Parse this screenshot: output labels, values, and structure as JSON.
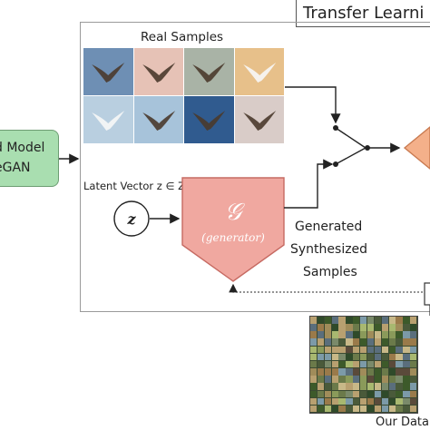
{
  "title": "Transfer Learni",
  "pretrained_model": {
    "line1": "d Model",
    "line2": "eGAN"
  },
  "real_samples": {
    "label": "Real Samples"
  },
  "latent": {
    "label": "Latent Vector z ∈ Z",
    "symbol": "z"
  },
  "generator": {
    "symbol": "𝒢",
    "name": "(generator)"
  },
  "generated": {
    "line1": "Generated",
    "line2": "Synthesized",
    "line3": "Samples"
  },
  "dataset": {
    "label": "Our Data"
  },
  "colors": {
    "pretrained_fill": "#a9deb0",
    "generator_fill": "#f0a8a0",
    "generator_stroke": "#c66a62",
    "discriminator_fill": "#f4b08a",
    "frame": "#9a9a9a"
  },
  "photos": [
    {
      "name": "bird-photo-1",
      "bg": "#6e8fb4"
    },
    {
      "name": "bird-photo-2",
      "bg": "#e6c2b6"
    },
    {
      "name": "bird-photo-3",
      "bg": "#a9b3a6"
    },
    {
      "name": "bird-photo-4",
      "bg": "#e7c08a"
    },
    {
      "name": "bird-photo-5",
      "bg": "#b9cfe0"
    },
    {
      "name": "bird-photo-6",
      "bg": "#a7c3da"
    },
    {
      "name": "bird-photo-7",
      "bg": "#305b8f"
    },
    {
      "name": "bird-photo-8",
      "bg": "#d9ccc8"
    }
  ]
}
